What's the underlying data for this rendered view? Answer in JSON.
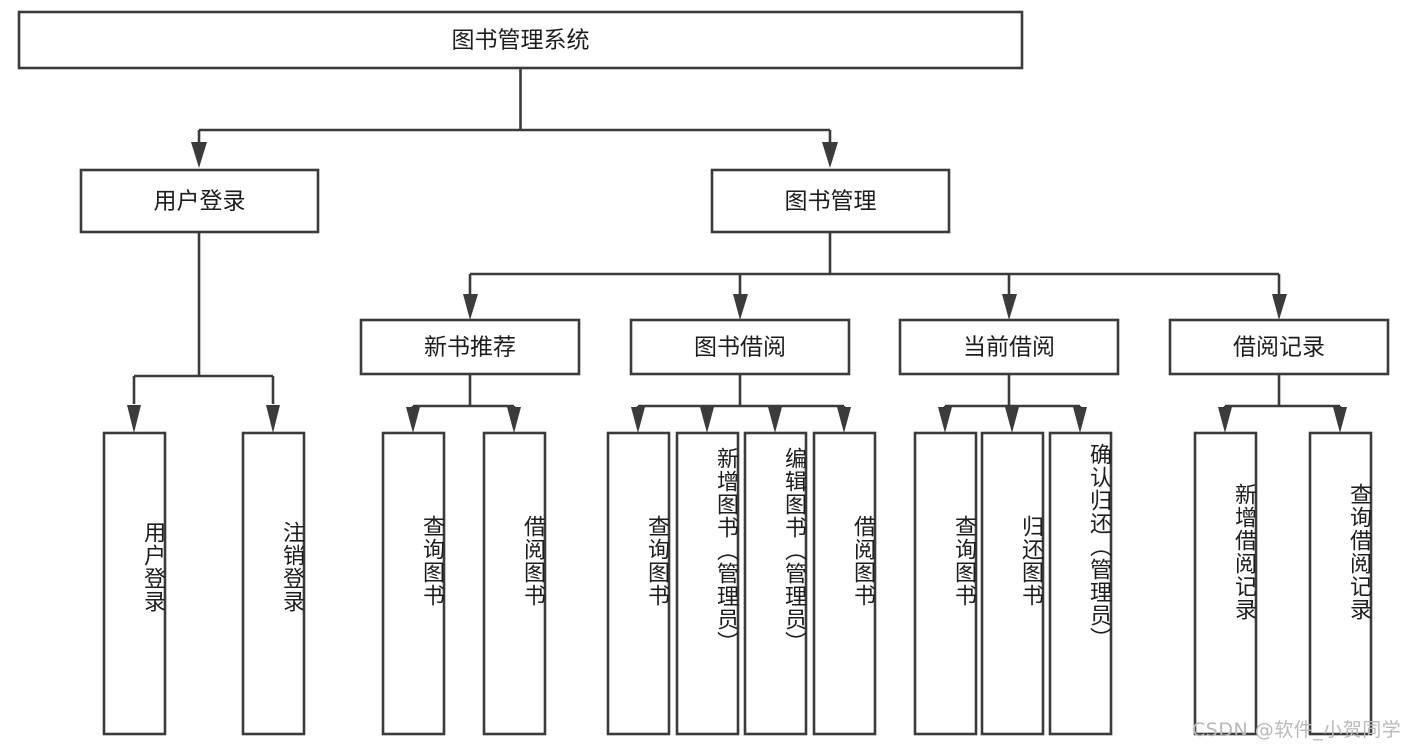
{
  "diagram": {
    "type": "tree-hierarchy",
    "title": "图书管理系统",
    "orientation": "top-down",
    "colors": {
      "box_stroke": "#3b3b3b",
      "box_fill": "#ffffff",
      "text": "#1d1d1d",
      "connector": "#3b3b3b",
      "background": "#ffffff",
      "watermark": "#b9b9b9"
    },
    "root": {
      "label": "图书管理系统"
    },
    "level2": [
      {
        "label": "用户登录"
      },
      {
        "label": "图书管理"
      }
    ],
    "level3": [
      {
        "label": "新书推荐"
      },
      {
        "label": "图书借阅"
      },
      {
        "label": "当前借阅"
      },
      {
        "label": "借阅记录"
      }
    ],
    "leaves": {
      "user_login": [
        {
          "label": "用户登录"
        },
        {
          "label": "注销登录"
        }
      ],
      "new_book_recommend": [
        {
          "label": "查询图书"
        },
        {
          "label": "借阅图书"
        }
      ],
      "book_borrow": [
        {
          "label": "查询图书"
        },
        {
          "label": "新增图书（管理员）"
        },
        {
          "label": "编辑图书（管理员）"
        },
        {
          "label": "借阅图书"
        }
      ],
      "current_borrow": [
        {
          "label": "查询图书"
        },
        {
          "label": "归还图书"
        },
        {
          "label": "确认归还（管理员）"
        }
      ],
      "borrow_record": [
        {
          "label": "新增借阅记录"
        },
        {
          "label": "查询借阅记录"
        }
      ]
    },
    "watermark": "CSDN @软件_小贺同学"
  }
}
